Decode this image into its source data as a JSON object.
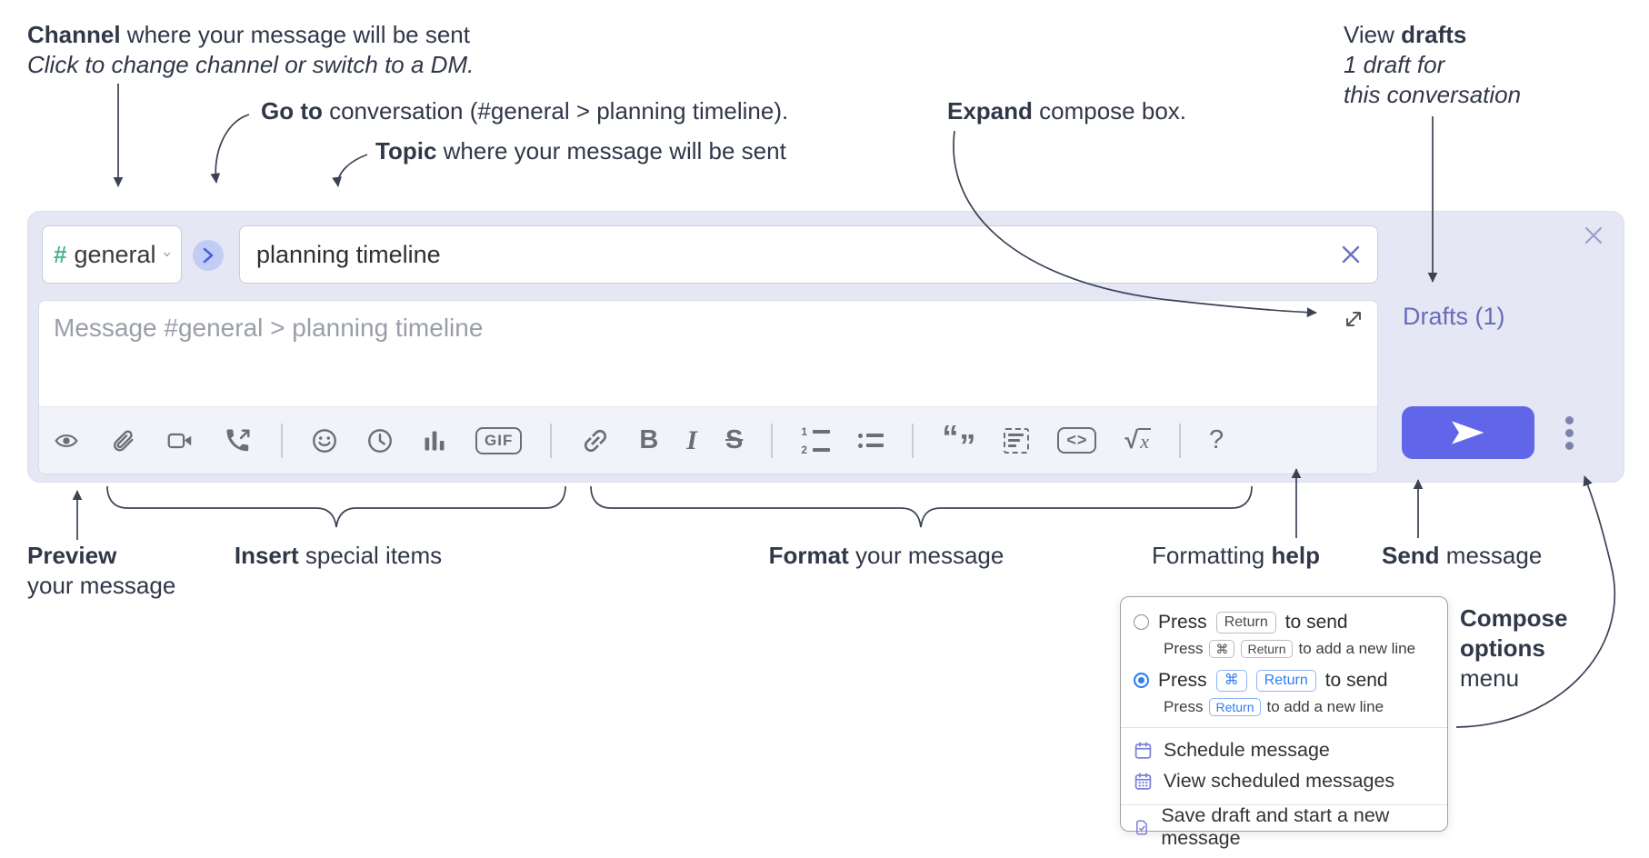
{
  "annotations": {
    "channel": {
      "bold": "Channel",
      "rest": " where your message will be sent",
      "italic": "Click to change channel or switch to a DM."
    },
    "go_to": {
      "bold": "Go to",
      "rest": " conversation (#general > planning timeline)."
    },
    "topic": {
      "bold": "Topic",
      "rest": " where your message will be sent"
    },
    "expand": {
      "bold": "Expand",
      "rest": " compose box."
    },
    "view_drafts": {
      "pre": "View ",
      "bold": "drafts",
      "line2": "1 draft for",
      "line3": "this conversation"
    },
    "preview": {
      "bold": "Preview",
      "line2": "your message"
    },
    "insert": {
      "bold": "Insert",
      "rest": " special items"
    },
    "format": {
      "bold": "Format",
      "rest": " your message"
    },
    "formatting_help": {
      "pre": "Formatting ",
      "bold": "help"
    },
    "send": {
      "bold": "Send",
      "rest": " message"
    },
    "compose_options": {
      "line1": "Compose",
      "line2": "options",
      "line3": "menu"
    }
  },
  "compose": {
    "channel_selector": {
      "hash": "#",
      "name": "general"
    },
    "topic_input": {
      "value": "planning timeline"
    },
    "message_input": {
      "placeholder": "Message #general > planning timeline"
    },
    "drafts_link": "Drafts (1)",
    "toolbar": {
      "gif": "GIF",
      "bold": "B",
      "italic": "I",
      "strike": "S",
      "ol_1": "1",
      "ol_2": "2",
      "quote_open": "“",
      "quote_close": "”",
      "code": "<>",
      "sqrt": "√",
      "math_x": "x",
      "help": "?"
    }
  },
  "menu": {
    "option1": {
      "press": "Press",
      "key": "Return",
      "suffix": "to send",
      "sub": {
        "press": "Press",
        "key1": "⌘",
        "key2": "Return",
        "suffix": "to add a new line"
      }
    },
    "option2": {
      "press": "Press",
      "key1": "⌘",
      "key2": "Return",
      "suffix": "to send",
      "sub": {
        "press": "Press",
        "key": "Return",
        "suffix": "to add a new line"
      }
    },
    "items": {
      "schedule": "Schedule message",
      "view_scheduled": "View scheduled messages",
      "save_draft": "Save draft and start a new message"
    }
  },
  "icons": {
    "close": "x",
    "clear_topic": "x",
    "go": "chevron-right",
    "channel_chevron": "chevron-down",
    "expand": "diagonal-arrows",
    "send": "paper-plane",
    "overflow": "vertical-ellipsis"
  },
  "colors": {
    "panel_bg": "#e5e7f4",
    "accent_send": "#6166e8",
    "drafts_link": "#676cbb",
    "radio_selected": "#2e7cf6",
    "menu_icon_purple": "#7d82d8",
    "hash_green": "#4cb585",
    "go_chevron_blue": "#3f66e8",
    "annotation_ink": "#303748",
    "toolbar_icon": "#6b6e76"
  }
}
